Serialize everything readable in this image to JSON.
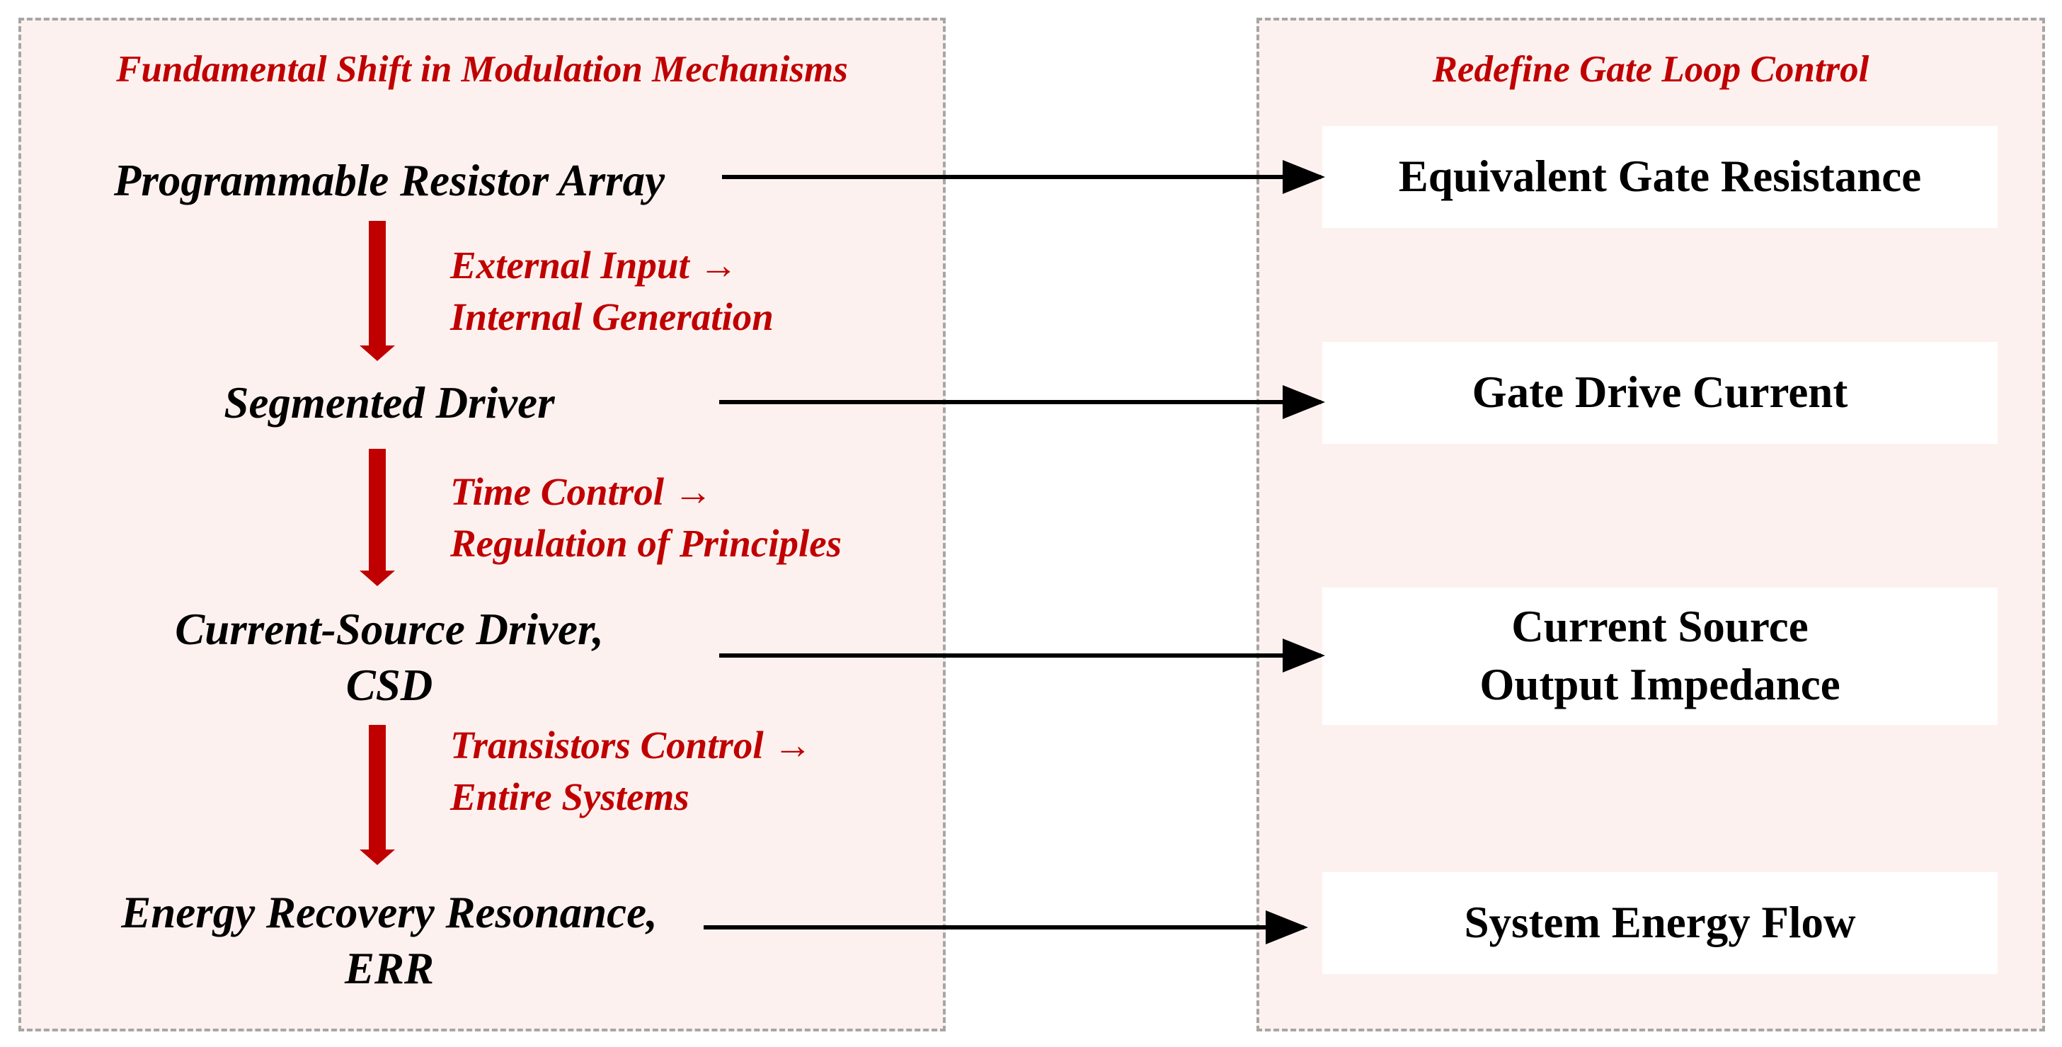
{
  "left_panel": {
    "title": "Fundamental Shift in Modulation Mechanisms",
    "nodes": [
      {
        "line1": "Programmable Resistor Array",
        "line2": ""
      },
      {
        "line1": "Segmented Driver",
        "line2": ""
      },
      {
        "line1": "Current-Source Driver,",
        "line2": "CSD"
      },
      {
        "line1": "Energy Recovery Resonance,",
        "line2": "ERR"
      }
    ],
    "transitions": [
      {
        "line1": "External Input →",
        "line2": "Internal Generation"
      },
      {
        "line1": "Time Control →",
        "line2": "Regulation of Principles"
      },
      {
        "line1": "Transistors Control →",
        "line2": "Entire Systems"
      }
    ]
  },
  "right_panel": {
    "title": "Redefine Gate Loop Control",
    "boxes": [
      {
        "line1": "Equivalent Gate Resistance",
        "line2": ""
      },
      {
        "line1": "Gate Drive Current",
        "line2": ""
      },
      {
        "line1": "Current Source",
        "line2": "Output Impedance"
      },
      {
        "line1": "System Energy Flow",
        "line2": ""
      }
    ]
  },
  "colors": {
    "accent": "#c00000",
    "panel_fill": "#fdf1ef",
    "panel_border": "#a6a6a6"
  }
}
